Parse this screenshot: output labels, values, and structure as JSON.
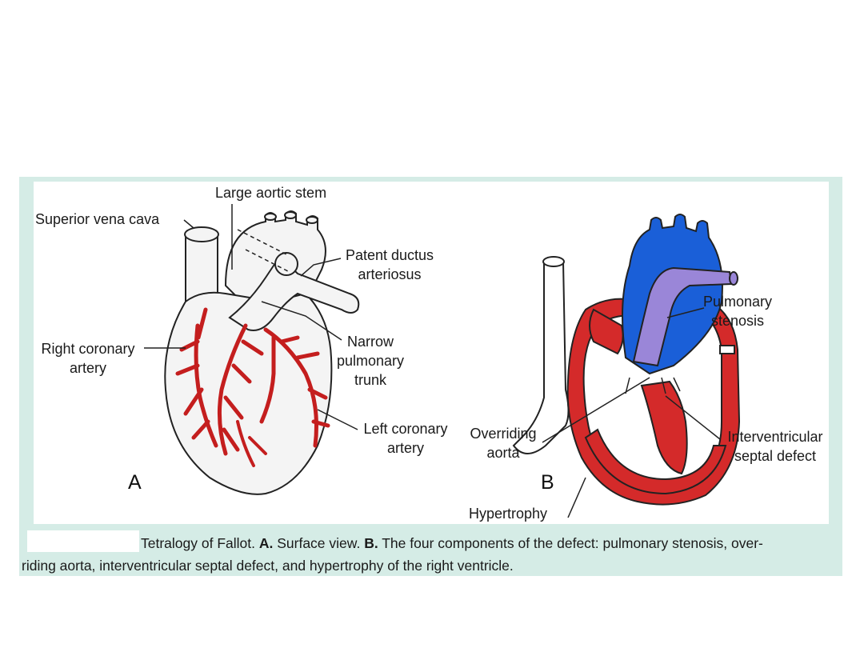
{
  "panel_a": {
    "letter": "A",
    "labels": {
      "large_aortic_stem": "Large aortic stem",
      "superior_vena_cava": "Superior vena cava",
      "patent_ductus_1": "Patent ductus",
      "patent_ductus_2": "arteriosus",
      "right_coronary_1": "Right coronary",
      "right_coronary_2": "artery",
      "narrow_1": "Narrow",
      "narrow_2": "pulmonary",
      "narrow_3": "trunk",
      "left_coronary_1": "Left coronary",
      "left_coronary_2": "artery"
    }
  },
  "panel_b": {
    "letter": "B",
    "labels": {
      "pulmonary_stenosis_1": "Pulmonary",
      "pulmonary_stenosis_2": "stenosis",
      "overriding_1": "Overriding",
      "overriding_2": "aorta",
      "ivsd_1": "Interventricular",
      "ivsd_2": "septal defect",
      "hypertrophy": "Hypertrophy"
    }
  },
  "caption": {
    "title": "Tetralogy of Fallot.",
    "a_marker": "A.",
    "a_text": "Surface view.",
    "b_marker": "B.",
    "b_text_1": "The four components of the defect: pulmonary stenosis, over-",
    "b_text_2": "riding aorta, interventricular septal defect, and hypertrophy of the right ventricle."
  },
  "colors": {
    "frame": "#d5ece6",
    "artery_red": "#d42a2a",
    "aorta_blue": "#1a5fd8",
    "pulmonary_purple": "#9a86d8"
  }
}
